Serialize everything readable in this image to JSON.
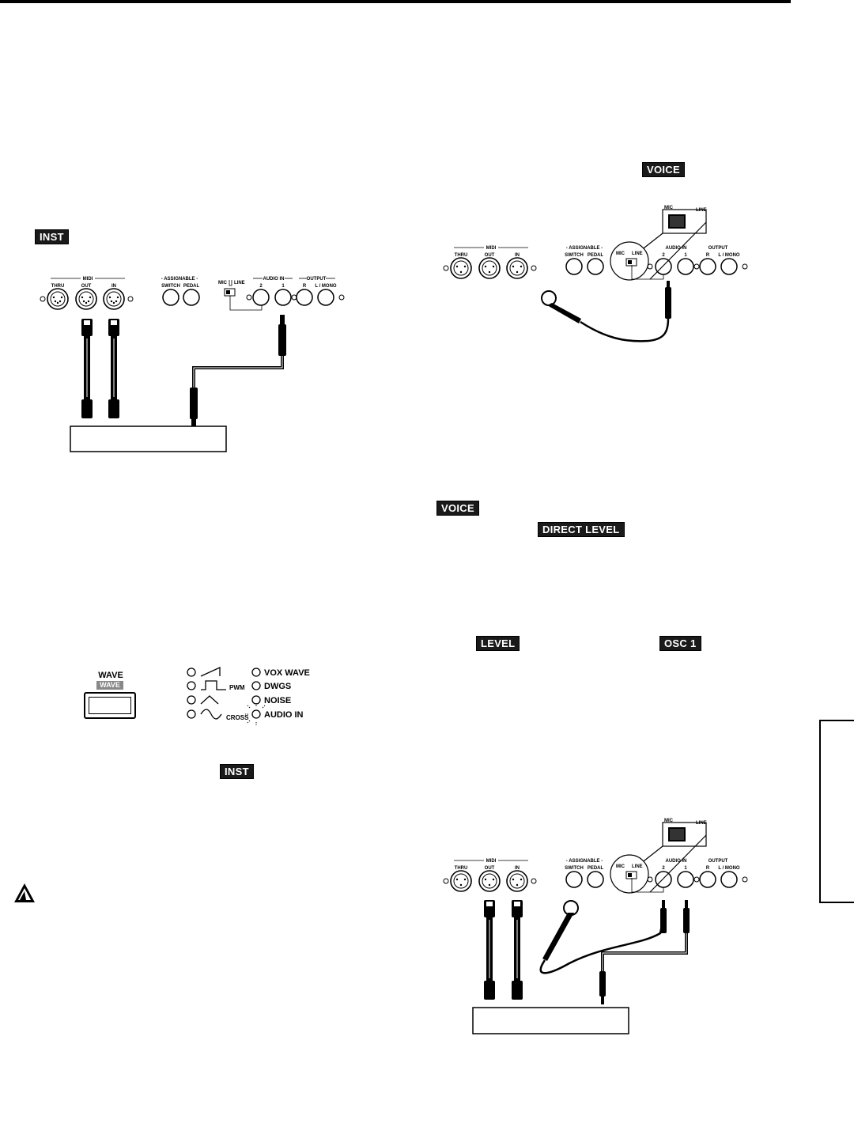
{
  "badges": {
    "inst_top": "INST",
    "voice_top": "VOICE",
    "voice_mid": "VOICE",
    "direct_level": "DIRECT LEVEL",
    "level": "LEVEL",
    "osc1": "OSC 1",
    "inst_mid": "INST"
  },
  "panel": {
    "midi": "MIDI",
    "thru": "THRU",
    "out": "OUT",
    "in": "IN",
    "assignable": "- ASSIGNABLE -",
    "switch": "SWITCH",
    "pedal": "PEDAL",
    "mic": "MIC",
    "line": "LINE",
    "audio_in": "AUDIO IN",
    "in2": "2",
    "in1": "1",
    "output": "OUTPUT",
    "r": "R",
    "lmono": "L / MONO"
  },
  "zoom": {
    "mic": "MIC",
    "line": "LINE"
  },
  "wave": {
    "button_label": "WAVE",
    "sub_label": "WAVE",
    "pwm": "PWM",
    "cross": "CROSS",
    "vox_wave": "VOX WAVE",
    "dwgs": "DWGS",
    "noise": "NOISE",
    "audio_in": "AUDIO IN"
  },
  "colors": {
    "badge_bg": "#1a1a1a",
    "ink": "#000000"
  }
}
